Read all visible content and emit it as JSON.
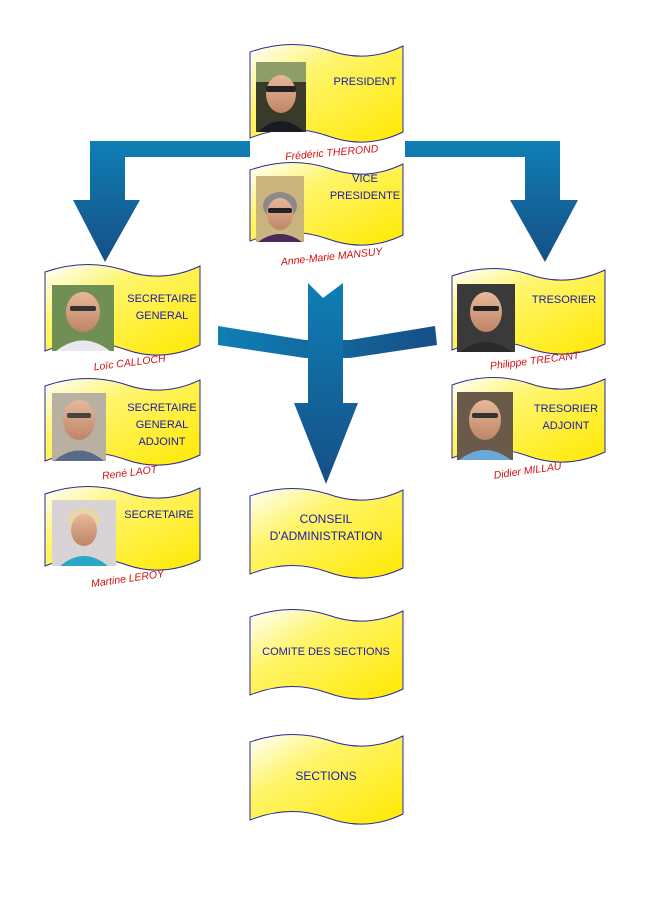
{
  "president": {
    "role": [
      "PRESIDENT"
    ],
    "name": "Frédéric THEROND"
  },
  "vice_presidente": {
    "role": [
      "VICE",
      "PRESIDENTE"
    ],
    "name": "Anne-Marie MANSUY"
  },
  "secretaire_general": {
    "role": [
      "SECRETAIRE",
      "GENERAL"
    ],
    "name": "Loïc CALLOCH"
  },
  "secretaire_general_adjoint": {
    "role": [
      "SECRETAIRE",
      "GENERAL",
      "ADJOINT"
    ],
    "name": "René LAOT"
  },
  "secretaire": {
    "role": [
      "SECRETAIRE"
    ],
    "name": "Martine LEROY"
  },
  "tresorier": {
    "role": [
      "TRESORIER"
    ],
    "name": "Philippe TRECANT"
  },
  "tresorier_adjoint": {
    "role": [
      "TRESORIER",
      "ADJOINT"
    ],
    "name": "Didier MILLAU"
  },
  "conseil": {
    "label": [
      "CONSEIL",
      "D'ADMINISTRATION"
    ]
  },
  "comite": {
    "label": [
      "COMITE DES SECTIONS"
    ]
  },
  "sections": {
    "label": [
      "SECTIONS"
    ]
  },
  "colors": {
    "card_fill": "#fff23a",
    "card_stroke": "#2a2a9a",
    "arrow": "#1a6aa0",
    "role_text": "#1a1aa8",
    "name_text": "#d40f0f"
  }
}
